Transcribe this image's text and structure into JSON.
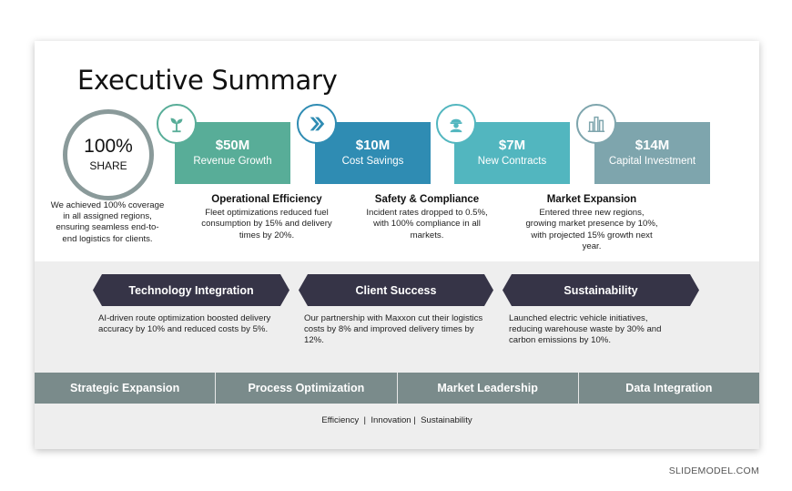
{
  "title": "Executive Summary",
  "share": {
    "percent": "100%",
    "label": "SHARE",
    "description": "We achieved 100% coverage in all assigned regions, ensuring seamless end-to-end logistics for clients."
  },
  "kpis": [
    {
      "value": "$50M",
      "label": "Revenue Growth",
      "color": "#58ad98",
      "icon": "plant-icon"
    },
    {
      "value": "$10M",
      "label": "Cost Savings",
      "color": "#2f8cb3",
      "icon": "chevrons-right-icon"
    },
    {
      "value": "$7M",
      "label": "New Contracts",
      "color": "#52b6bf",
      "icon": "worker-icon"
    },
    {
      "value": "$14M",
      "label": "Capital Investment",
      "color": "#7ea5ad",
      "icon": "buildings-icon"
    }
  ],
  "subsections": [
    {
      "title": "Operational Efficiency",
      "text": "Fleet optimizations reduced fuel consumption by 15% and delivery times by 20%."
    },
    {
      "title": "Safety & Compliance",
      "text": "Incident rates dropped to 0.5%, with 100% compliance in all markets."
    },
    {
      "title": "Market Expansion",
      "text": "Entered three new regions, growing market presence by 10%, with projected 15% growth next year."
    }
  ],
  "chevrons": [
    {
      "label": "Technology Integration",
      "text": "AI-driven route optimization boosted delivery accuracy by 10% and reduced costs by 5%."
    },
    {
      "label": "Client Success",
      "text": "Our partnership with Maxxon cut their logistics costs by 8% and improved delivery times by 12%."
    },
    {
      "label": "Sustainability",
      "text": "Launched electric vehicle initiatives, reducing warehouse waste by 30% and carbon emissions by 10%."
    }
  ],
  "bottom_bar": [
    "Strategic Expansion",
    "Process Optimization",
    "Market Leadership",
    "Data Integration"
  ],
  "footer": "Efficiency  |  Innovation |  Sustainability",
  "brand": "SLIDEMODEL.COM",
  "colors": {
    "chevron": "#363447",
    "bar": "#7a8b8b",
    "band": "#eeeeee"
  }
}
